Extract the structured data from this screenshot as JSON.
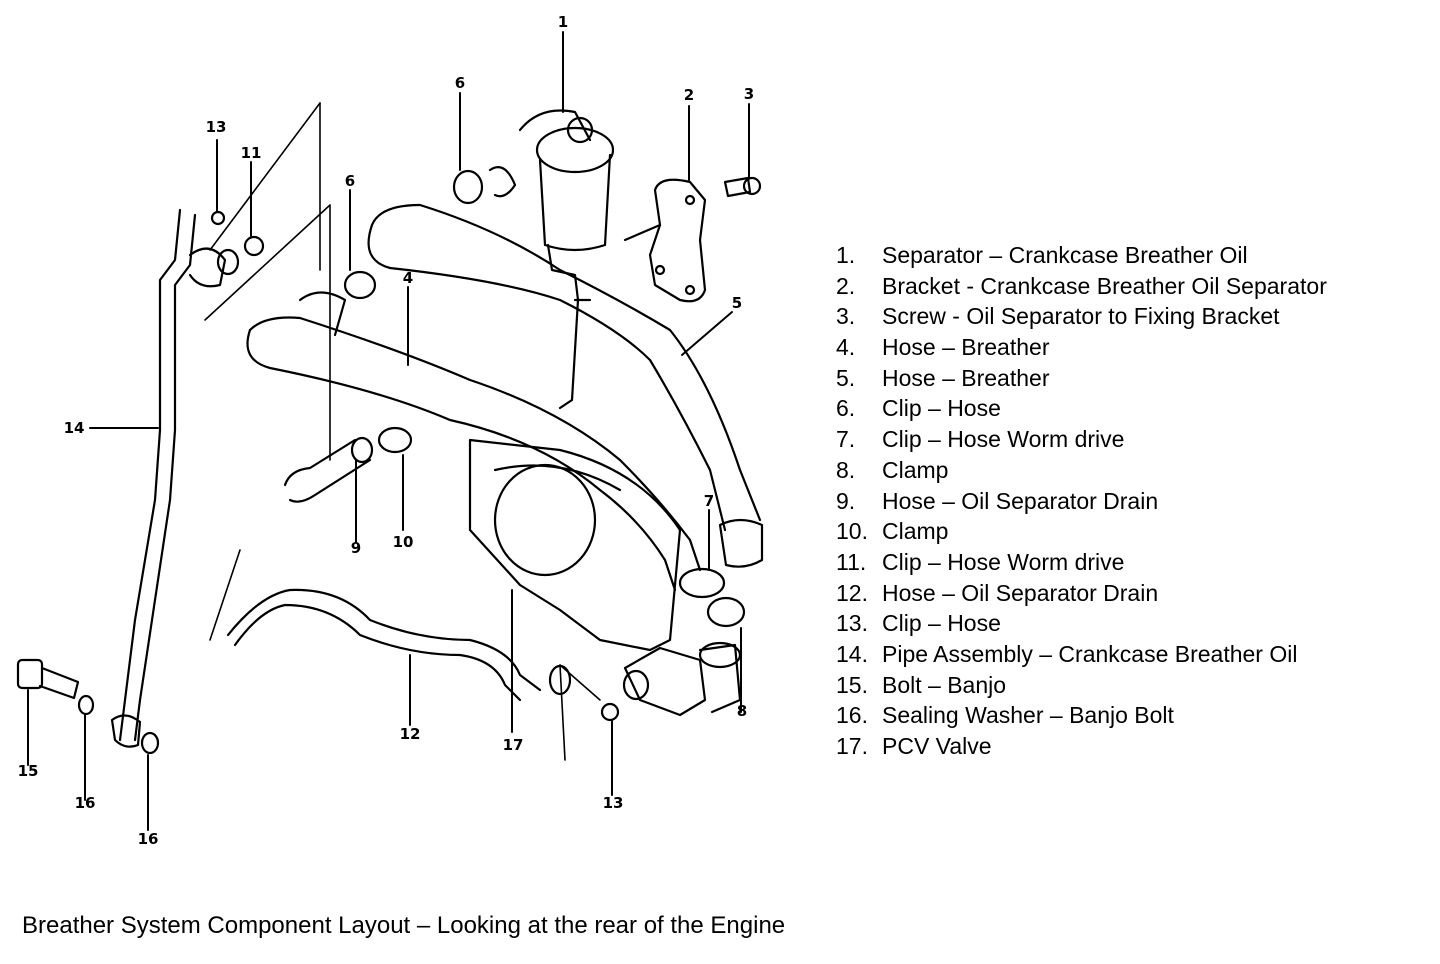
{
  "legend": {
    "items": [
      {
        "num": "1.",
        "label": "Separator – Crankcase Breather Oil"
      },
      {
        "num": "2.",
        "label": "Bracket - Crankcase Breather Oil Separator"
      },
      {
        "num": "3.",
        "label": "Screw - Oil Separator to Fixing Bracket"
      },
      {
        "num": "4.",
        "label": "Hose – Breather"
      },
      {
        "num": "5.",
        "label": "Hose – Breather"
      },
      {
        "num": "6.",
        "label": "Clip – Hose"
      },
      {
        "num": "7.",
        "label": "Clip – Hose Worm drive"
      },
      {
        "num": "8.",
        "label": "Clamp"
      },
      {
        "num": "9.",
        "label": "Hose – Oil Separator Drain"
      },
      {
        "num": "10.",
        "label": "Clamp"
      },
      {
        "num": "11.",
        "label": "Clip – Hose Worm drive"
      },
      {
        "num": "12.",
        "label": "Hose – Oil Separator Drain"
      },
      {
        "num": "13.",
        "label": "Clip – Hose"
      },
      {
        "num": "14.",
        "label": "Pipe Assembly – Crankcase Breather Oil"
      },
      {
        "num": "15.",
        "label": "Bolt – Banjo"
      },
      {
        "num": "16.",
        "label": "Sealing Washer – Banjo Bolt"
      },
      {
        "num": "17.",
        "label": "PCV Valve"
      }
    ]
  },
  "diagram": {
    "callouts": [
      "1",
      "2",
      "3",
      "4",
      "5",
      "6",
      "6",
      "7",
      "8",
      "9",
      "10",
      "11",
      "12",
      "13",
      "13",
      "14",
      "15",
      "16",
      "16",
      "17"
    ]
  },
  "caption": "Breather System Component Layout – Looking at the rear of the Engine"
}
